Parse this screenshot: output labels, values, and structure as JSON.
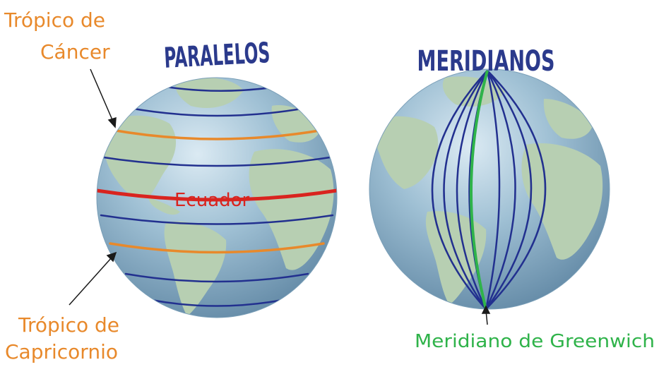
{
  "titles": {
    "parallels": "PARALELOS",
    "meridians": "MERIDIANOS"
  },
  "labels": {
    "tropic_cancer_line1": "Trópico de",
    "tropic_cancer_line2": "Cáncer",
    "equator": "Ecuador",
    "tropic_capricorn_line1": "Trópico de",
    "tropic_capricorn_line2": "Capricornio",
    "greenwich": "Meridiano de Greenwich"
  },
  "colors": {
    "ocean": "#8fb3c9",
    "ocean_light": "#cfe3ef",
    "land": "#b9d0b4",
    "lines": "#22308f",
    "tropics": "#e8892b",
    "equator": "#d9241f",
    "greenwich": "#2fb34a",
    "title": "#2b3a8c"
  }
}
